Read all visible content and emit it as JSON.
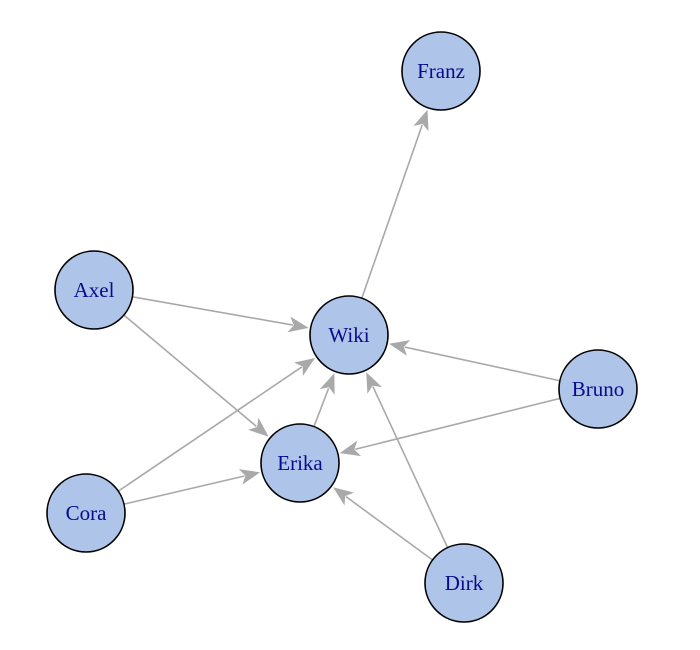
{
  "nodes": [
    {
      "id": "franz",
      "label": "Franz"
    },
    {
      "id": "axel",
      "label": "Axel"
    },
    {
      "id": "wiki",
      "label": "Wiki"
    },
    {
      "id": "bruno",
      "label": "Bruno"
    },
    {
      "id": "erika",
      "label": "Erika"
    },
    {
      "id": "cora",
      "label": "Cora"
    },
    {
      "id": "dirk",
      "label": "Dirk"
    }
  ],
  "edges": [
    {
      "from": "wiki",
      "to": "franz"
    },
    {
      "from": "axel",
      "to": "wiki"
    },
    {
      "from": "axel",
      "to": "erika"
    },
    {
      "from": "bruno",
      "to": "wiki"
    },
    {
      "from": "bruno",
      "to": "erika"
    },
    {
      "from": "cora",
      "to": "wiki"
    },
    {
      "from": "cora",
      "to": "erika"
    },
    {
      "from": "dirk",
      "to": "wiki"
    },
    {
      "from": "dirk",
      "to": "erika"
    },
    {
      "from": "erika",
      "to": "wiki"
    }
  ],
  "colors": {
    "node_fill": "#aec4e8",
    "node_stroke": "#000000",
    "edge": "#a9a9a9",
    "label": "#0a0a8c"
  }
}
